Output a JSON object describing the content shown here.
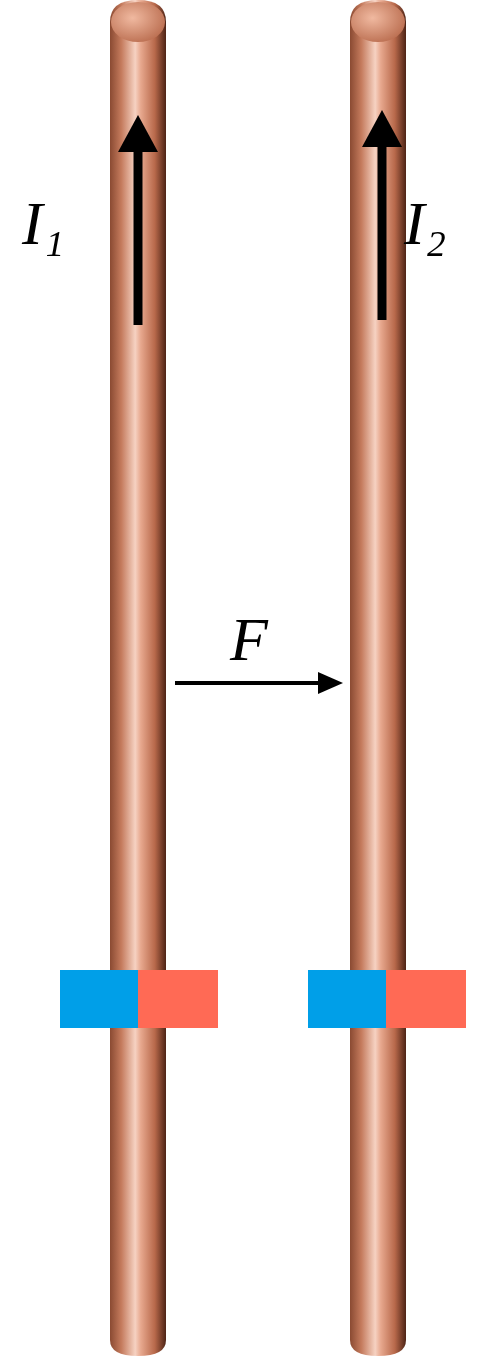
{
  "diagram": {
    "labels": [
      "I₁",
      "I₂",
      "F"
    ]
  }
}
